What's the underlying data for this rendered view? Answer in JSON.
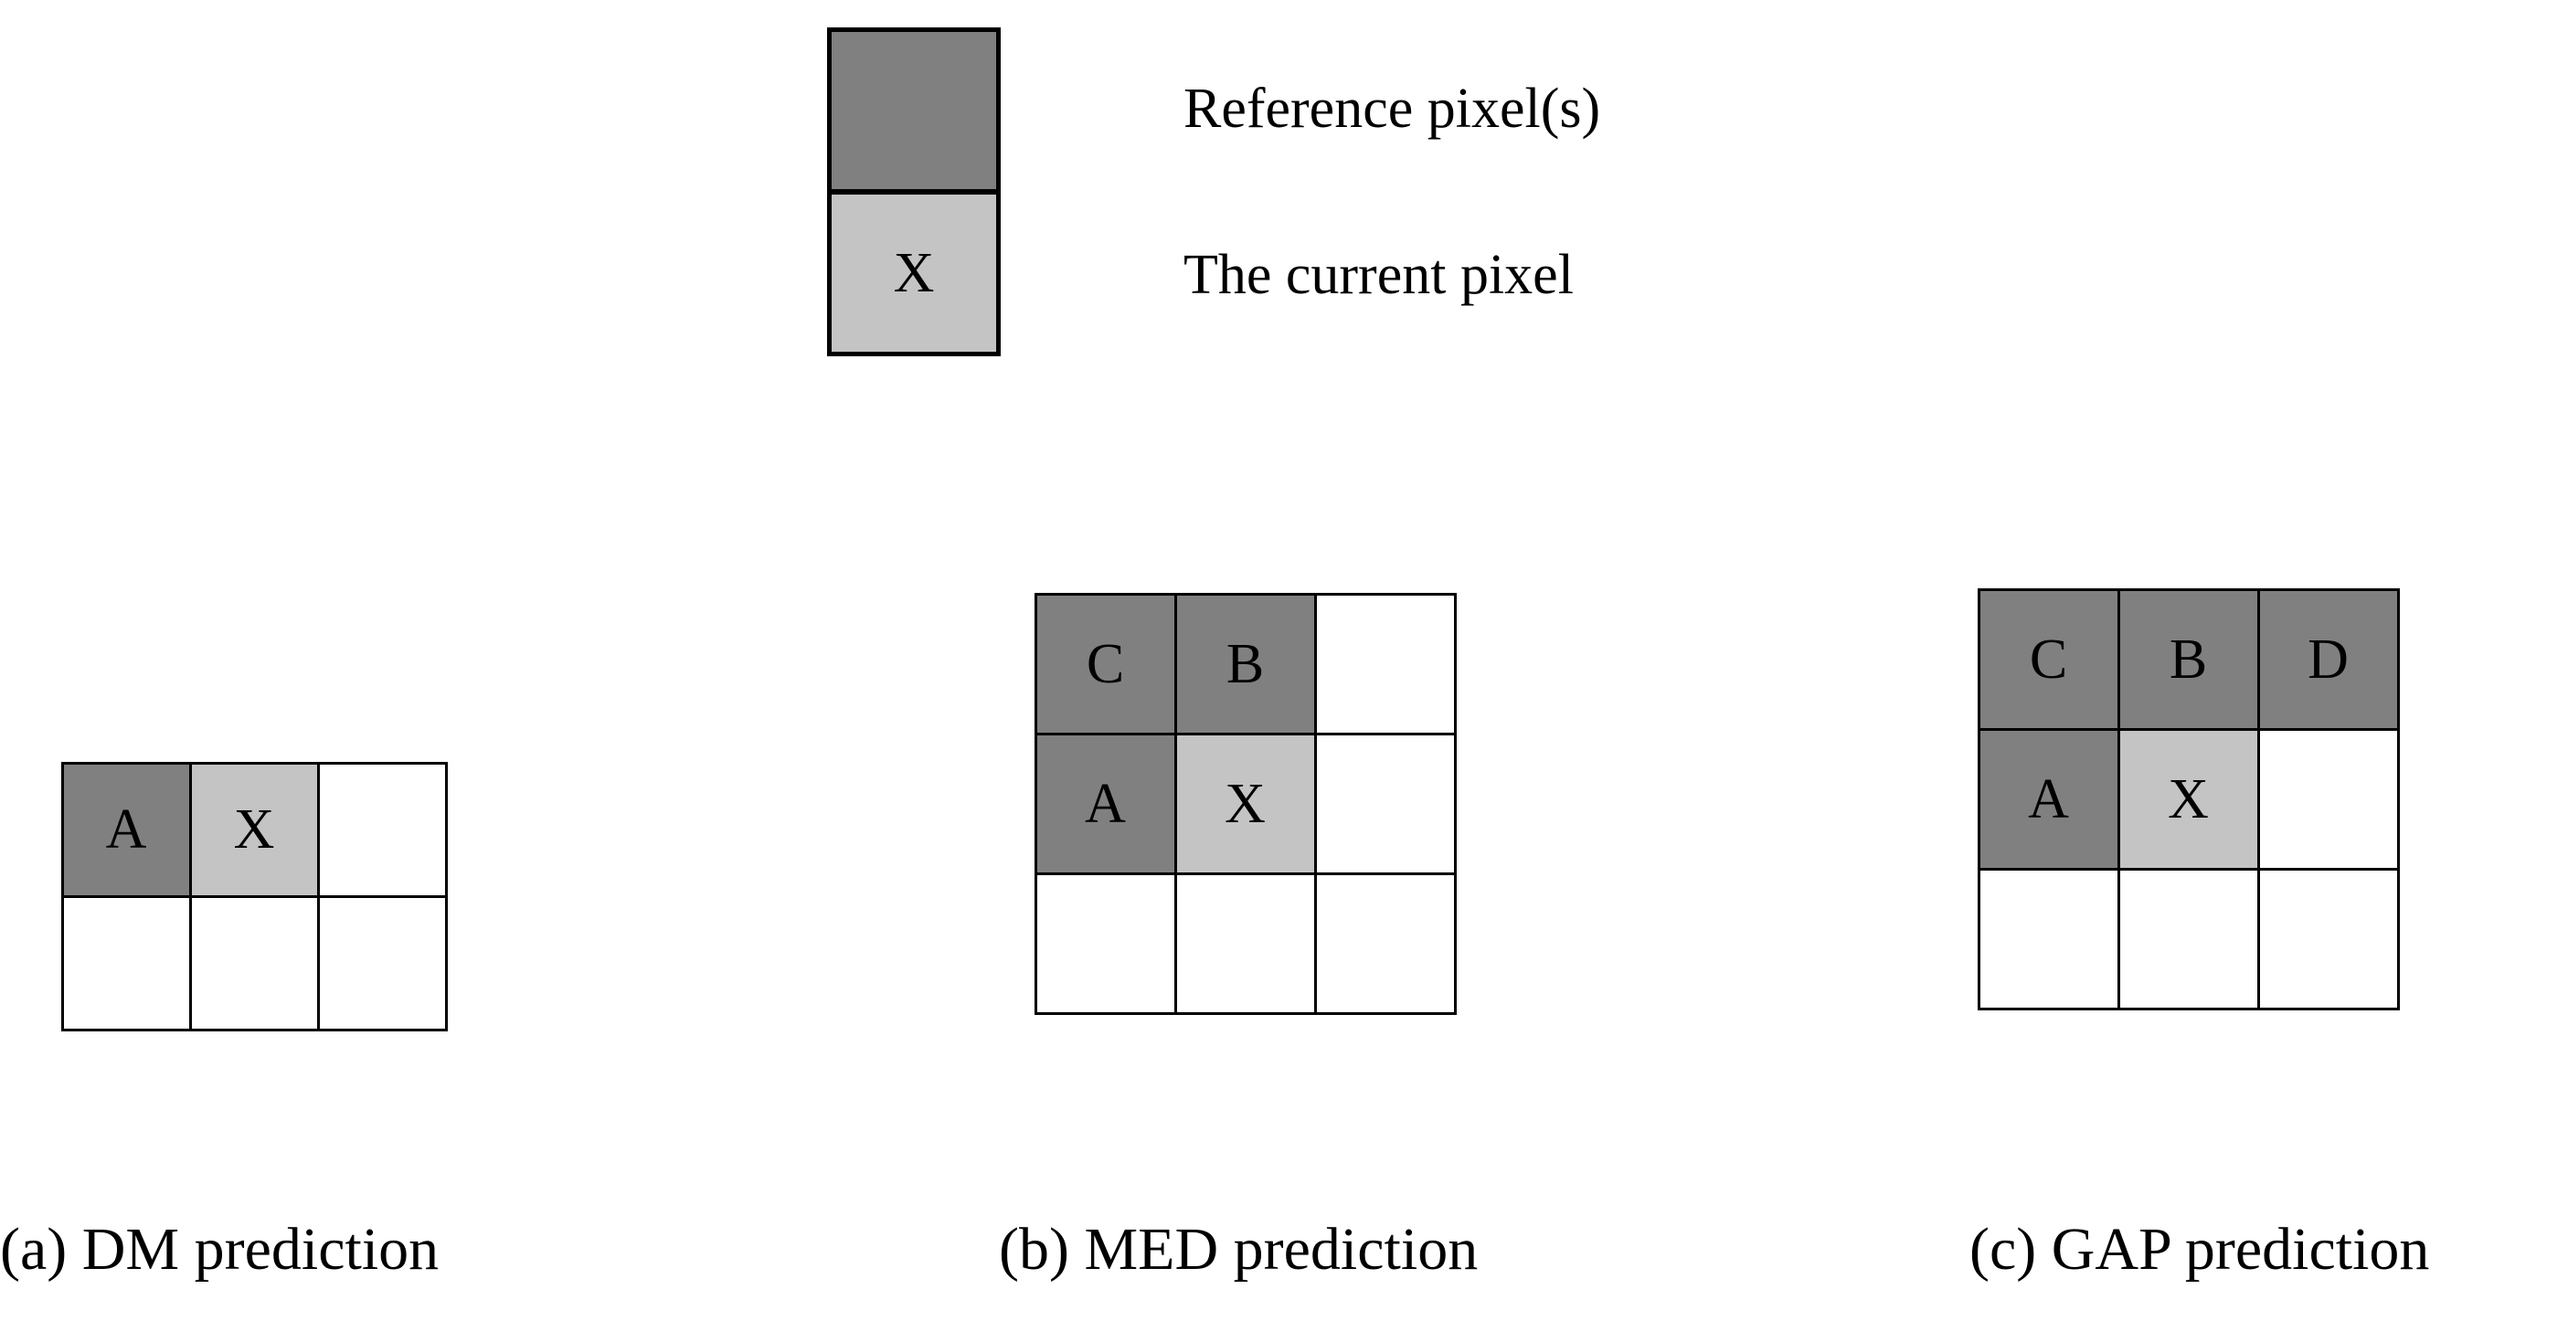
{
  "legend": {
    "reference_cell": {
      "label": "",
      "name": "reference-pixel-swatch",
      "color": "#808080"
    },
    "current_cell": {
      "label": "X",
      "name": "current-pixel-swatch",
      "color": "#c4c4c4"
    },
    "reference_text": "Reference pixel(s)",
    "current_text": "The current pixel"
  },
  "colors": {
    "reference": "#808080",
    "current": "#c4c4c4",
    "empty": "#ffffff",
    "border": "#000000"
  },
  "diagrams": [
    {
      "id": "dm",
      "caption": "(a) DM prediction",
      "rows": 2,
      "cols": 3,
      "cells": [
        {
          "label": "A",
          "type": "ref"
        },
        {
          "label": "X",
          "type": "cur"
        },
        {
          "label": "",
          "type": "empty"
        },
        {
          "label": "",
          "type": "empty"
        },
        {
          "label": "",
          "type": "empty"
        },
        {
          "label": "",
          "type": "empty"
        }
      ]
    },
    {
      "id": "med",
      "caption": "(b) MED prediction",
      "rows": 3,
      "cols": 3,
      "cells": [
        {
          "label": "C",
          "type": "ref"
        },
        {
          "label": "B",
          "type": "ref"
        },
        {
          "label": "",
          "type": "empty"
        },
        {
          "label": "A",
          "type": "ref"
        },
        {
          "label": "X",
          "type": "cur"
        },
        {
          "label": "",
          "type": "empty"
        },
        {
          "label": "",
          "type": "empty"
        },
        {
          "label": "",
          "type": "empty"
        },
        {
          "label": "",
          "type": "empty"
        }
      ]
    },
    {
      "id": "gap",
      "caption": "(c) GAP prediction",
      "rows": 3,
      "cols": 3,
      "cells": [
        {
          "label": "C",
          "type": "ref"
        },
        {
          "label": "B",
          "type": "ref"
        },
        {
          "label": "D",
          "type": "ref"
        },
        {
          "label": "A",
          "type": "ref"
        },
        {
          "label": "X",
          "type": "cur"
        },
        {
          "label": "",
          "type": "empty"
        },
        {
          "label": "",
          "type": "empty"
        },
        {
          "label": "",
          "type": "empty"
        },
        {
          "label": "",
          "type": "empty"
        }
      ]
    }
  ]
}
